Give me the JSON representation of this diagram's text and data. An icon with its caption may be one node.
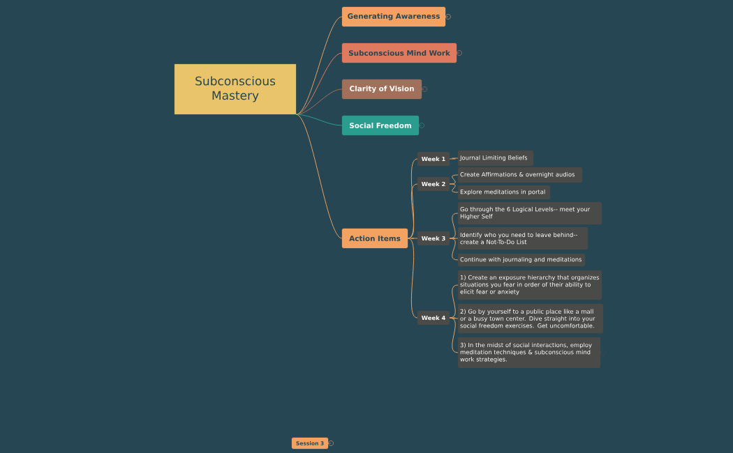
{
  "diagram": {
    "nodes": [
      {
        "text": [
          "Subconscious Mastery"
        ]
      },
      {
        "text": [
          "Generating Awareness"
        ]
      },
      {
        "text": [
          "Subconscious Mind Work"
        ]
      },
      {
        "text": [
          "Clarity of Vision"
        ]
      },
      {
        "text": [
          "Social Freedom"
        ]
      },
      {
        "text": [
          "Action Items"
        ]
      },
      {
        "text": [
          "Week 1"
        ]
      },
      {
        "text": [
          "Journal Limiting Beliefs"
        ]
      },
      {
        "text": [
          "Week 2"
        ]
      },
      {
        "text": [
          "Create Affirmations & overnight audios"
        ]
      },
      {
        "text": [
          "Explore meditations in portal"
        ]
      },
      {
        "text": [
          "Week 3"
        ]
      },
      {
        "text": [
          "Go through the 6 Logical Levels-- meet your Higher Self"
        ]
      },
      {
        "text": [
          "Identify who you need to leave behind-- create a Not-To-Do List"
        ]
      },
      {
        "text": [
          "Continue with journaling and meditations"
        ]
      },
      {
        "text": [
          "Week 4"
        ]
      },
      {
        "text": [
          "1) Create an exposure hierarchy that organizes situations you fear in order of their ability to elicit fear or anxiety"
        ]
      },
      {
        "text": [
          "2) Go by yourself to a public place like a mall or a busy town center. Dive straight into your social freedom exercises. Get uncomfortable."
        ]
      },
      {
        "text": [
          "3) In the midst of social interactions, employ meditation techniques & subconscious mind work strategies."
        ]
      },
      {
        "text": [
          "Session 3"
        ]
      }
    ],
    "edges": [
      {
        "from": 0,
        "to": 1,
        "arrow": "none"
      },
      {
        "from": 0,
        "to": 2,
        "arrow": "none",
        "color": "#e07a5f"
      },
      {
        "from": 0,
        "to": 3,
        "arrow": "none",
        "color": "#a0705a"
      },
      {
        "from": 0,
        "to": 4,
        "arrow": "none",
        "color": "#2a9d8f"
      },
      {
        "from": 0,
        "to": 5,
        "arrow": "none"
      },
      {
        "from": 5,
        "to": 6,
        "arrow": "none"
      },
      {
        "from": 5,
        "to": 8,
        "arrow": "none"
      },
      {
        "from": 5,
        "to": 11,
        "arrow": "none"
      },
      {
        "from": 5,
        "to": 15,
        "arrow": "none"
      },
      {
        "from": 6,
        "to": 7,
        "arrow": "none"
      },
      {
        "from": 8,
        "to": 9,
        "arrow": "none"
      },
      {
        "from": 8,
        "to": 10,
        "arrow": "none"
      },
      {
        "from": 11,
        "to": 12,
        "arrow": "none"
      },
      {
        "from": 11,
        "to": 13,
        "arrow": "none"
      },
      {
        "from": 11,
        "to": 14,
        "arrow": "none"
      },
      {
        "from": 15,
        "to": 16,
        "arrow": "none"
      },
      {
        "from": 15,
        "to": 17,
        "arrow": "none"
      },
      {
        "from": 15,
        "to": 18,
        "arrow": "none"
      }
    ]
  }
}
